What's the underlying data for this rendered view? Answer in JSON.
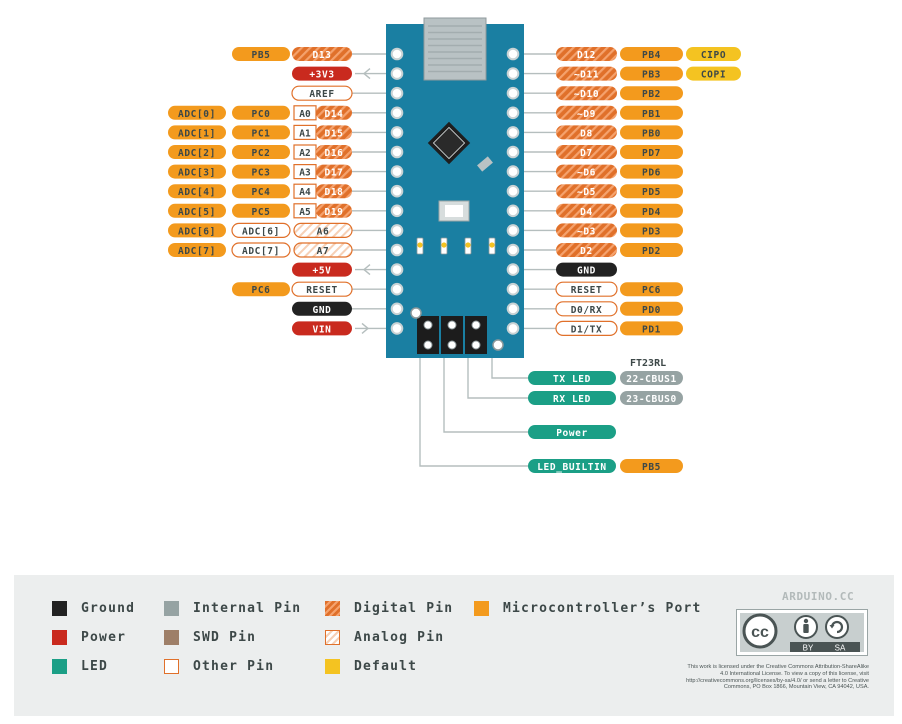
{
  "colors": {
    "ground": "#222222",
    "power": "#c92a1e",
    "led": "#1b9f86",
    "internal": "#96a3a3",
    "swd": "#9e7f68",
    "digital": "#e0702a",
    "analog_border": "#e0702a",
    "port": "#f39a1d",
    "default": "#f4c321",
    "board": "#1a7fa2",
    "wire": "#b5bebe"
  },
  "left_pins": [
    {
      "port": "PB5",
      "name": "D13",
      "name_type": "digital"
    },
    {
      "name": "+3V3",
      "name_type": "power",
      "arrow": "left"
    },
    {
      "name": "AREF",
      "name_type": "other"
    },
    {
      "adc": "ADC[0]",
      "port": "PC0",
      "analog": "A0",
      "name": "D14",
      "name_type": "digital"
    },
    {
      "adc": "ADC[1]",
      "port": "PC1",
      "analog": "A1",
      "name": "D15",
      "name_type": "digital"
    },
    {
      "adc": "ADC[2]",
      "port": "PC2",
      "analog": "A2",
      "name": "D16",
      "name_type": "digital"
    },
    {
      "adc": "ADC[3]",
      "port": "PC3",
      "analog": "A3",
      "name": "D17",
      "name_type": "digital"
    },
    {
      "adc": "ADC[4]",
      "port": "PC4",
      "analog": "A4",
      "name": "D18",
      "name_type": "digital"
    },
    {
      "adc": "ADC[5]",
      "port": "PC5",
      "analog": "A5",
      "name": "D19",
      "name_type": "digital"
    },
    {
      "adc": "ADC[6]",
      "port": "ADC[6]",
      "port_type": "other",
      "name": "A6",
      "name_type": "analog"
    },
    {
      "adc": "ADC[7]",
      "port": "ADC[7]",
      "port_type": "other",
      "name": "A7",
      "name_type": "analog"
    },
    {
      "name": "+5V",
      "name_type": "power",
      "arrow": "left"
    },
    {
      "port": "PC6",
      "name": "RESET",
      "name_type": "other"
    },
    {
      "name": "GND",
      "name_type": "ground"
    },
    {
      "name": "VIN",
      "name_type": "power",
      "arrow": "right"
    }
  ],
  "right_pins": [
    {
      "name": "D12",
      "name_type": "digital",
      "port": "PB4",
      "extra": "CIPO"
    },
    {
      "name": "~D11",
      "name_type": "digital",
      "port": "PB3",
      "extra": "COPI"
    },
    {
      "name": "~D10",
      "name_type": "digital",
      "port": "PB2"
    },
    {
      "name": "~D9",
      "name_type": "digital",
      "port": "PB1"
    },
    {
      "name": "D8",
      "name_type": "digital",
      "port": "PB0"
    },
    {
      "name": "D7",
      "name_type": "digital",
      "port": "PD7"
    },
    {
      "name": "~D6",
      "name_type": "digital",
      "port": "PD6"
    },
    {
      "name": "~D5",
      "name_type": "digital",
      "port": "PD5"
    },
    {
      "name": "D4",
      "name_type": "digital",
      "port": "PD4"
    },
    {
      "name": "~D3",
      "name_type": "digital",
      "port": "PD3"
    },
    {
      "name": "D2",
      "name_type": "digital",
      "port": "PD2"
    },
    {
      "name": "GND",
      "name_type": "ground"
    },
    {
      "name": "RESET",
      "name_type": "other",
      "port": "PC6"
    },
    {
      "name": "D0/RX",
      "name_type": "other",
      "port": "PD0"
    },
    {
      "name": "D1/TX",
      "name_type": "other",
      "port": "PD1"
    }
  ],
  "ftdi": {
    "chip_label": "FT23RL",
    "rows": [
      {
        "led": "TX LED",
        "pin": "22-CBUS1"
      },
      {
        "led": "RX LED",
        "pin": "23-CBUS0"
      },
      {
        "led": "Power"
      },
      {
        "led": "LED_BUILTIN",
        "port": "PB5"
      }
    ]
  },
  "legend": [
    {
      "label": "Ground",
      "swatch": "ground"
    },
    {
      "label": "Power",
      "swatch": "power"
    },
    {
      "label": "LED",
      "swatch": "led"
    },
    {
      "label": "Internal Pin",
      "swatch": "internal"
    },
    {
      "label": "SWD Pin",
      "swatch": "swd"
    },
    {
      "label": "Other Pin",
      "swatch": "other"
    },
    {
      "label": "Digital Pin",
      "swatch": "digital"
    },
    {
      "label": "Analog Pin",
      "swatch": "analog"
    },
    {
      "label": "Default",
      "swatch": "default"
    },
    {
      "label": "Microcontroller’s Port",
      "swatch": "port"
    }
  ],
  "brand": "ARDUINO.CC",
  "cc_badge": {
    "cc": "cc",
    "by": "BY",
    "sa": "SA"
  },
  "license": "This work is licensed under the Creative Commons Attribution-ShareAlike 4.0 International License. To view a copy of this license, visit http://creativecommons.org/licenses/by-sa/4.0/ or send a letter to Creative Commons, PO Box 1866, Mountain View, CA 94042, USA."
}
